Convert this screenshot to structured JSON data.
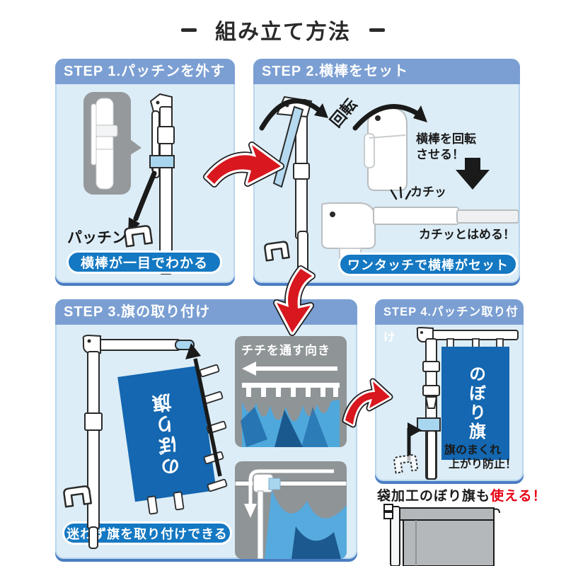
{
  "title": "組み立て方法",
  "step1": {
    "header": "STEP 1.パッチンを外す",
    "clip_label": "パッチン",
    "badge": "横棒が一目でわかる"
  },
  "step2": {
    "header": "STEP 2.横棒をセット",
    "rotate_label": "回転",
    "note_line1": "横棒を回転",
    "note_line2": "させる！",
    "click_label": "カチッ",
    "snap_label": "カチッとはめる！",
    "badge": "ワンタッチで横棒がセット"
  },
  "step3": {
    "header": "STEP 3.旗の取り付け",
    "flag_text": "のぼり旗",
    "loop_panel_title": "チチを通す向き",
    "badge": "迷わず旗を取り付けできる"
  },
  "step4": {
    "header": "STEP 4.パッチン取り付け",
    "flag_text": "のぼり旗",
    "note_line1": "旗のまくれ",
    "note_line2": "上がり防止！"
  },
  "footer": {
    "text": "袋加工のぼり旗も",
    "highlight": "使える！"
  },
  "colors": {
    "header_blue": "#7b9fd3",
    "panel_bg": "#dcedf7",
    "panel_border": "#b9d6ee",
    "panel_edge": "#4a7cc2",
    "badge_blue": "#1478c2",
    "flag_blue": "#1467b0",
    "clip_light_blue": "#a9d6ef",
    "arrow_red": "#d8171e",
    "gray_panel": "#8f9496",
    "highlight_red": "#e60012"
  }
}
